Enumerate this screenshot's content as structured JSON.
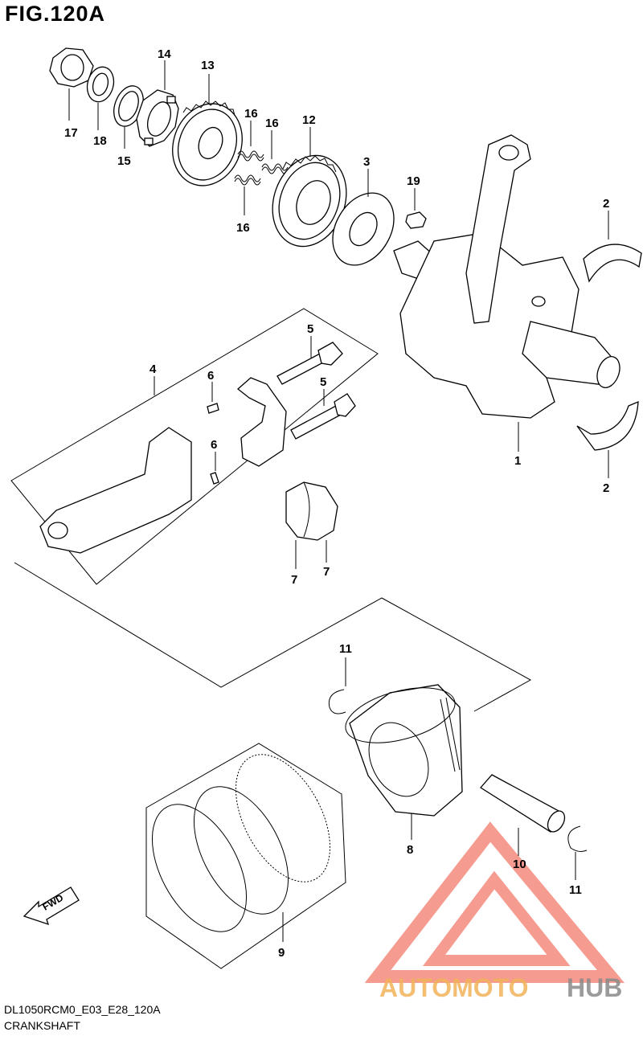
{
  "figure": {
    "title": "FIG.120A",
    "code": "DL1050RCM0_E03_E28_120A",
    "name": "CRANKSHAFT"
  },
  "direction_label": "FWD",
  "watermark": {
    "part1": "AUTOMOTO",
    "part2": "HUB",
    "color_primary": "#f27a6b",
    "color_secondary": "#f2b25a",
    "color_tertiary": "#8a8a8a"
  },
  "callouts": {
    "c1": "1",
    "c2a": "2",
    "c2b": "2",
    "c3": "3",
    "c4": "4",
    "c5a": "5",
    "c5b": "5",
    "c6a": "6",
    "c6b": "6",
    "c7a": "7",
    "c7b": "7",
    "c8": "8",
    "c9": "9",
    "c10": "10",
    "c11a": "11",
    "c11b": "11",
    "c12": "12",
    "c13": "13",
    "c14": "14",
    "c15": "15",
    "c16a": "16",
    "c16b": "16",
    "c16c": "16",
    "c17": "17",
    "c18": "18",
    "c19": "19"
  }
}
